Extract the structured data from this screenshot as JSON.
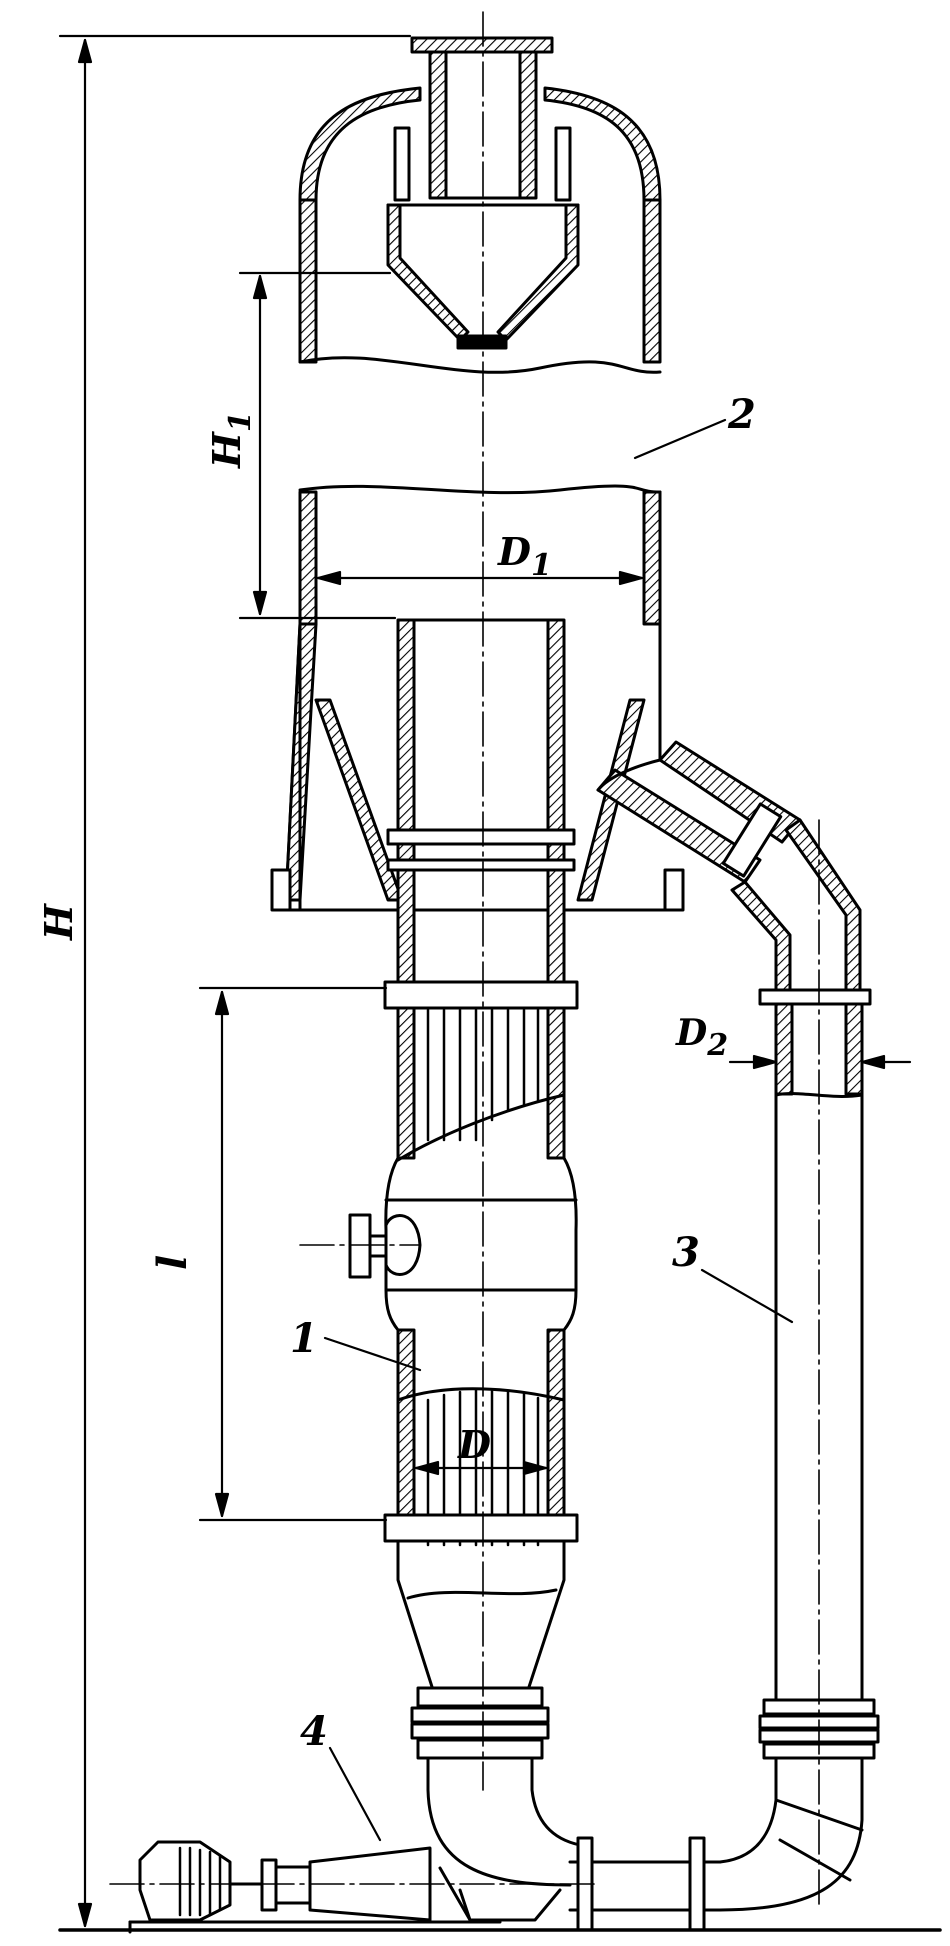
{
  "labels": {
    "H": "H",
    "H1_main": "H",
    "H1_sub": "1",
    "D1_main": "D",
    "D1_sub": "1",
    "D2_main": "D",
    "D2_sub": "2",
    "l": "l",
    "D": "D",
    "n1": "1",
    "n2": "2",
    "n3": "3",
    "n4": "4"
  },
  "colors": {
    "ink": "#000000",
    "paper": "#ffffff"
  }
}
